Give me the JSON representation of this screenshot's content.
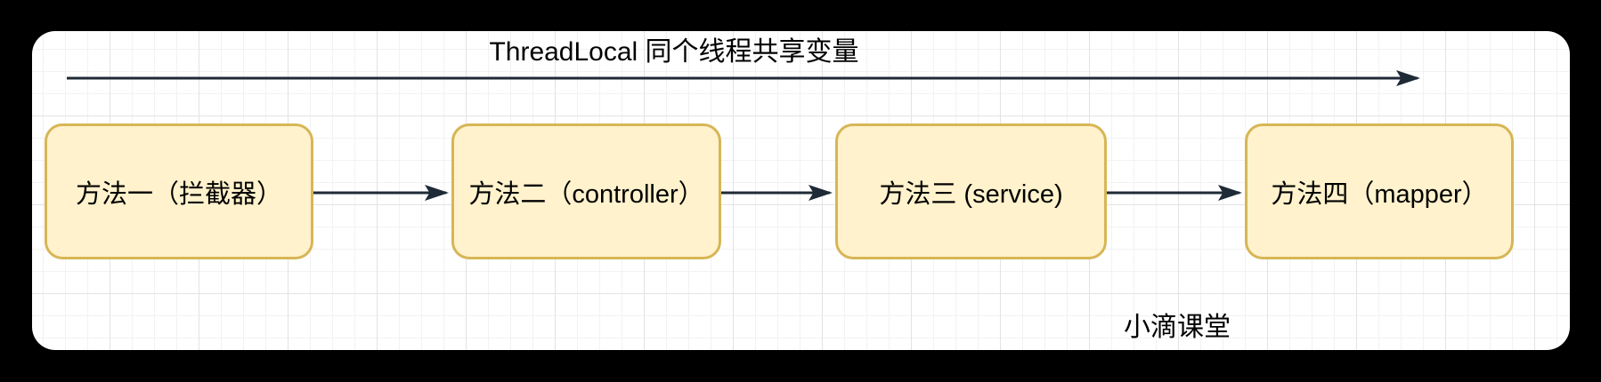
{
  "colors": {
    "outer-bg": "#000000",
    "canvas-bg": "#ffffff",
    "grid-minor": "#f2f2f2",
    "grid-major": "#e3e3e3",
    "node-fill": "#fff2cc",
    "node-border": "#d6b656",
    "arrow": "#1f2a37",
    "text": "#000000"
  },
  "diagram": {
    "title": "ThreadLocal 同个线程共享变量",
    "nodes": [
      {
        "id": "method-1",
        "label": "方法一（拦截器）"
      },
      {
        "id": "method-2",
        "label": "方法二（controller）"
      },
      {
        "id": "method-3",
        "label": "方法三 (service)"
      },
      {
        "id": "method-4",
        "label": "方法四（mapper）"
      }
    ],
    "connections": [
      {
        "from": "method-1",
        "to": "method-2"
      },
      {
        "from": "method-2",
        "to": "method-3"
      },
      {
        "from": "method-3",
        "to": "method-4"
      }
    ],
    "watermark": "小滴课堂"
  }
}
